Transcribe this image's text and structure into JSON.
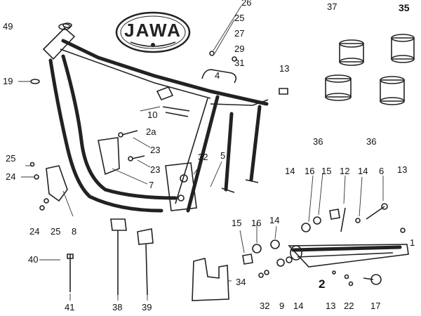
{
  "logo": {
    "text": "JAWA"
  },
  "labels": {
    "l49": "49",
    "l19": "19",
    "l25a": "25",
    "l24a": "24",
    "l24b": "24",
    "l25b": "25",
    "l8": "8",
    "l40": "40",
    "l41": "41",
    "l38": "38",
    "l39": "39",
    "l10": "10",
    "l2a": "2a",
    "l23a": "23",
    "l23b": "23",
    "l7": "7",
    "l32a": "32",
    "l5": "5",
    "l26": "26",
    "l25c": "25",
    "l27": "27",
    "l29": "29",
    "l31": "31",
    "l4": "4",
    "l13a": "13",
    "l37": "37",
    "l35": "35",
    "l36a": "36",
    "l36b": "36",
    "l14a": "14",
    "l16a": "16",
    "l15a": "15",
    "l12": "12",
    "l14b": "14",
    "l6": "6",
    "l13b": "13",
    "l15b": "15",
    "l16b": "16",
    "l14c": "14",
    "l34": "34",
    "l32b": "32",
    "l9": "9",
    "l14d": "14",
    "l2": "2",
    "l13c": "13",
    "l22": "22",
    "l17": "17",
    "l1": "1"
  }
}
